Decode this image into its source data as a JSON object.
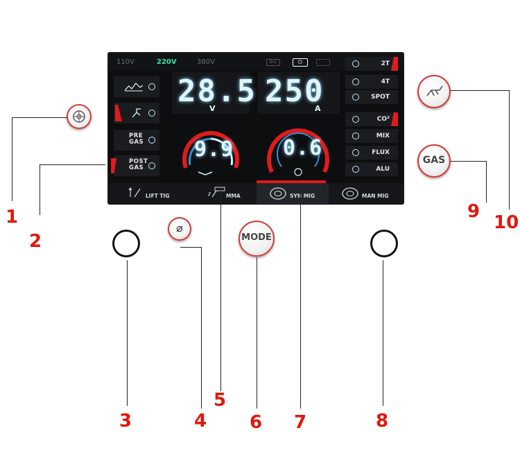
{
  "panel": {
    "voltages": {
      "v110": "110V",
      "v220": "220V",
      "v380": "380V"
    },
    "dc_label": "D.C",
    "power_icon": "power-icon",
    "left_buttons": {
      "pre_gas": "PRE\nGAS",
      "post_gas": "POST\nGAS"
    },
    "display": {
      "voltage_value": "28.5",
      "voltage_unit": "V",
      "current_value": "250",
      "current_unit": "A",
      "left_gauge_value": "9.9",
      "right_gauge_value": "0.6"
    },
    "right_buttons": [
      {
        "label": "2T",
        "flag": true
      },
      {
        "label": "4T",
        "flag": false
      },
      {
        "label": "SPOT",
        "flag": false
      },
      {
        "label": "CO²",
        "flag": true
      },
      {
        "label": "MIX",
        "flag": false
      },
      {
        "label": "FLUX",
        "flag": false
      },
      {
        "label": "ALU",
        "flag": false
      }
    ],
    "modes": [
      {
        "label": "LIFT TIG",
        "active": false
      },
      {
        "label": "MMA",
        "active": false
      },
      {
        "label": "SYN MIG",
        "active": true
      },
      {
        "label": "MAN MIG",
        "active": false
      }
    ]
  },
  "buttons": {
    "mode_label": "MODE",
    "gas_label": "GAS"
  },
  "callouts": [
    "1",
    "2",
    "3",
    "4",
    "5",
    "6",
    "7",
    "8",
    "9",
    "10"
  ],
  "colors": {
    "accent_red": "#e3170d",
    "display_cyan": "#dff6ff",
    "active_voltage": "#34e6a6"
  }
}
